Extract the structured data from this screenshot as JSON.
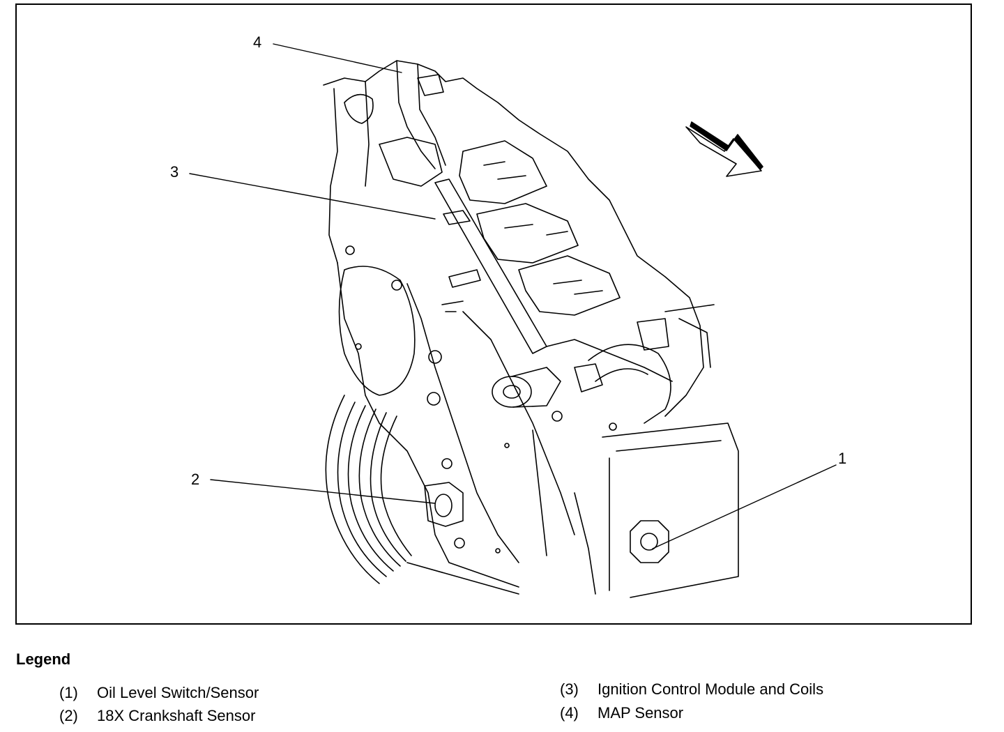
{
  "callouts": [
    "1",
    "2",
    "3",
    "4"
  ],
  "legend": {
    "title": "Legend",
    "items": [
      {
        "num": "(1)",
        "label": "Oil Level Switch/Sensor"
      },
      {
        "num": "(2)",
        "label": "18X Crankshaft Sensor"
      },
      {
        "num": "(3)",
        "label": "Ignition Control Module and Coils"
      },
      {
        "num": "(4)",
        "label": "MAP Sensor"
      }
    ]
  }
}
